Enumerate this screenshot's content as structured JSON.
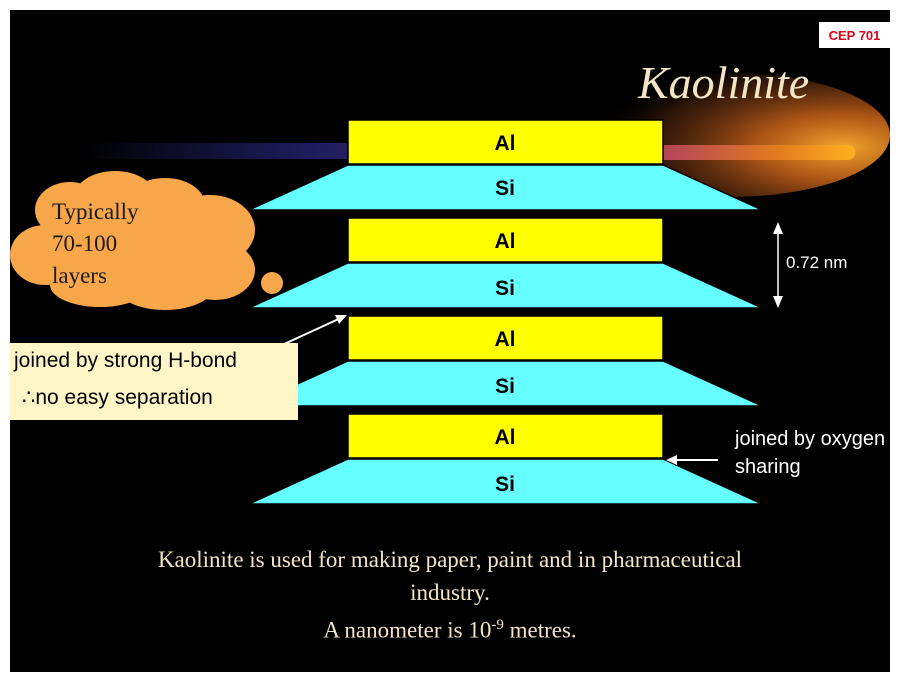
{
  "badge": "CEP 701",
  "title": "Kaolinite",
  "layers": [
    {
      "al": "Al",
      "si": "Si"
    },
    {
      "al": "Al",
      "si": "Si"
    },
    {
      "al": "Al",
      "si": "Si"
    },
    {
      "al": "Al",
      "si": "Si"
    }
  ],
  "cloud": {
    "lines": [
      "Typically",
      "70-100",
      "layers"
    ]
  },
  "spacing_label": "0.72 nm",
  "hbond_note": {
    "line1": "joined by strong H-bond",
    "line2": "∴no easy separation"
  },
  "oxygen_note": {
    "line1": "joined by oxygen",
    "line2": "sharing"
  },
  "caption": {
    "line1": "Kaolinite is used for making paper, paint and in pharmaceutical",
    "line2": "industry.",
    "line3_before": "A nanometer is 10",
    "line3_sup": "-9",
    "line3_after": " metres."
  },
  "colors": {
    "al": "#ffff00",
    "si": "#66ffff",
    "cloud": "#f7a64a",
    "background": "#000000"
  }
}
